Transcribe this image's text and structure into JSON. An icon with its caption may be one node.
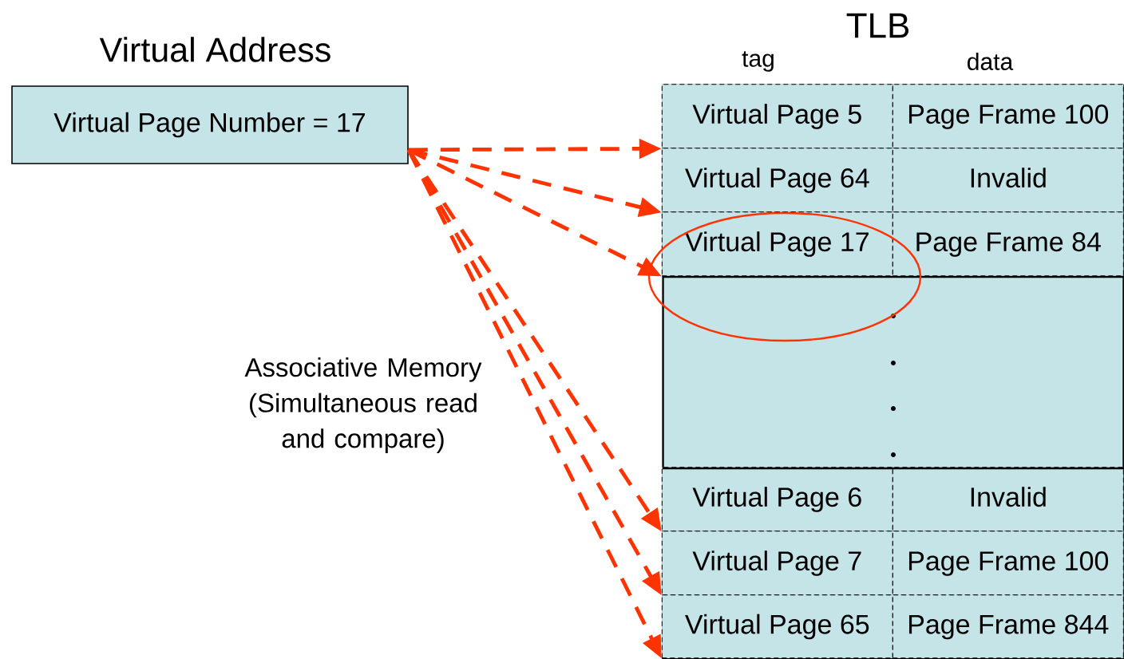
{
  "diagram": {
    "nodes": [
      {
        "text": [
          "Virtual Address",
          "Virtual Page Number = 17"
        ]
      },
      {
        "text": [
          "TLB"
        ]
      },
      {
        "text": [
          "Virtual Page 5"
        ],
        "in": 1
      },
      {
        "text": [
          "Page Frame 100"
        ],
        "in": 1
      },
      {
        "text": [
          "Virtual Page 64"
        ],
        "in": 1
      },
      {
        "text": [
          "Invalid"
        ],
        "in": 1
      },
      {
        "text": [
          "Virtual Page 17"
        ],
        "in": 1
      },
      {
        "text": [
          "Page Frame 84"
        ],
        "in": 1
      },
      {
        "text": [
          "Virtual Page 6"
        ],
        "in": 1
      },
      {
        "text": [
          "Invalid"
        ],
        "in": 1
      },
      {
        "text": [
          "Virtual Page 7"
        ],
        "in": 1
      },
      {
        "text": [
          "Page Frame 100"
        ],
        "in": 1
      },
      {
        "text": [
          "Virtual Page 65"
        ],
        "in": 1
      },
      {
        "text": [
          "Page Frame 844"
        ],
        "in": 1
      }
    ],
    "edges": [
      {
        "from": 0,
        "to": 2,
        "arrow": "to",
        "style": "dashed"
      },
      {
        "from": 0,
        "to": 4,
        "arrow": "to",
        "style": "dashed"
      },
      {
        "from": 0,
        "to": 6,
        "arrow": "to",
        "style": "dashed"
      },
      {
        "from": 0,
        "to": 8,
        "arrow": "to",
        "style": "dashed"
      },
      {
        "from": 0,
        "to": 10,
        "arrow": "to",
        "style": "dashed"
      },
      {
        "from": 0,
        "to": 12,
        "arrow": "to",
        "style": "dashed"
      }
    ],
    "labels": [
      "tag",
      "data",
      "Associative Memory (Simultaneous read and compare)"
    ]
  }
}
